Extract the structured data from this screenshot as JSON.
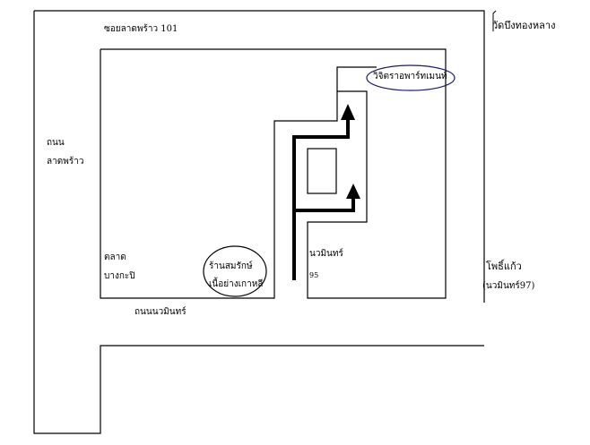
{
  "labels": {
    "soi_lat_phrao_101": "ซอยลาดพร้าว 101",
    "wat_bueng_thonglang": "วัดบึงทองหลาง",
    "thanon": "ถนน",
    "lat_phrao": "ลาดพร้าว",
    "wijit_apartment": "วิจิตราอพาร์ทเมนท์",
    "talat": "ตลาด",
    "bang_kapi": "บางกะปิ",
    "shop_line1": "ร้านสมรักษ์",
    "shop_line2": "เนื้อย่างเกาหลี",
    "nawamin_95_name": "นวมินทร์",
    "nawamin_95_number": "95",
    "pho_kaew": "โพธิ์แก้ว",
    "nawamin_97": "(นวมินทร์97)",
    "thanon_nawamin": "ถนนนวมินทร์"
  },
  "colors": {
    "line": "#000000",
    "circle": "#1a1a6e",
    "background": "#ffffff"
  }
}
